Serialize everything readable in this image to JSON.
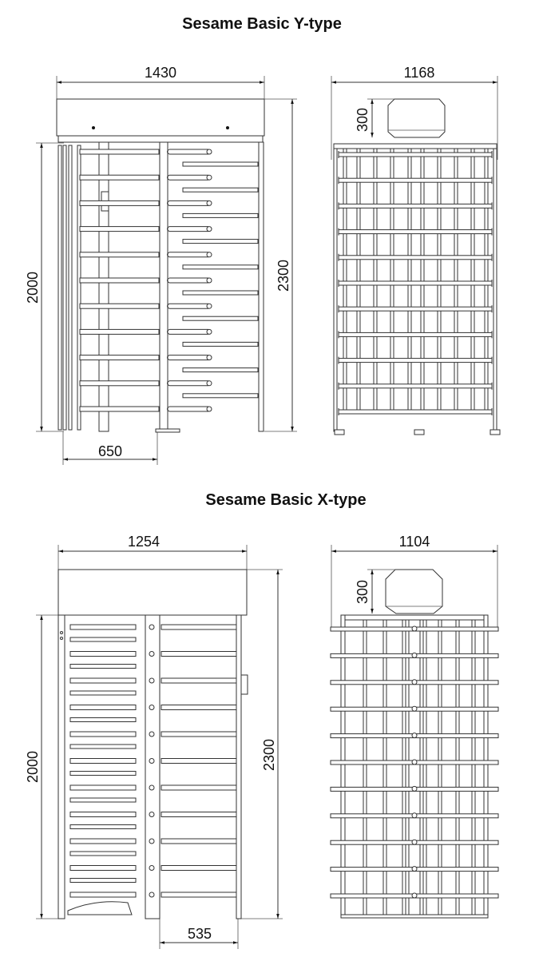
{
  "y_type": {
    "title": "Sesame Basic Y-type",
    "front_view": {
      "width": "1430",
      "height_frame": "2000",
      "height_total": "2300",
      "passage": "650"
    },
    "side_view": {
      "width": "1168",
      "head_height": "300"
    }
  },
  "x_type": {
    "title": "Sesame Basic X-type",
    "front_view": {
      "width": "1254",
      "height_frame": "2000",
      "height_total": "2300",
      "passage": "535"
    },
    "side_view": {
      "width": "1104",
      "head_height": "300"
    }
  }
}
